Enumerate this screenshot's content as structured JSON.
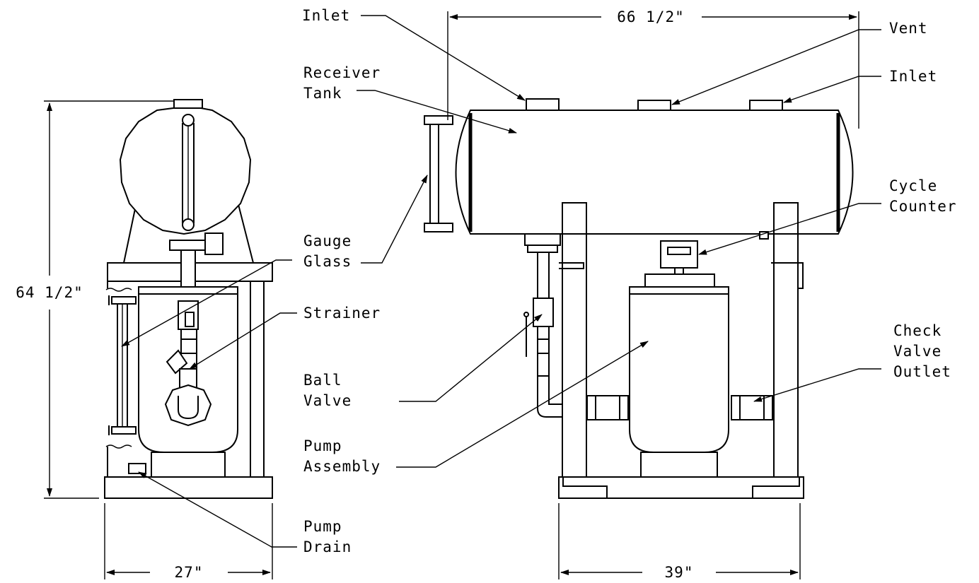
{
  "labels": {
    "inlet_top": "Inlet",
    "vent": "Vent",
    "inlet_right": "Inlet",
    "receiver_tank_1": "Receiver",
    "receiver_tank_2": "Tank",
    "cycle_counter_1": "Cycle",
    "cycle_counter_2": "Counter",
    "gauge_glass_1": "Gauge",
    "gauge_glass_2": "Glass",
    "strainer": "Strainer",
    "check_valve_1": "Check",
    "check_valve_2": "Valve",
    "check_valve_3": "Outlet",
    "ball_valve_1": "Ball",
    "ball_valve_2": "Valve",
    "pump_assembly_1": "Pump",
    "pump_assembly_2": "Assembly",
    "pump_drain_1": "Pump",
    "pump_drain_2": "Drain"
  },
  "dimensions": {
    "overall_length": "66 1/2\"",
    "overall_height": "64 1/2\"",
    "side_width": "27\"",
    "front_width": "39\""
  }
}
